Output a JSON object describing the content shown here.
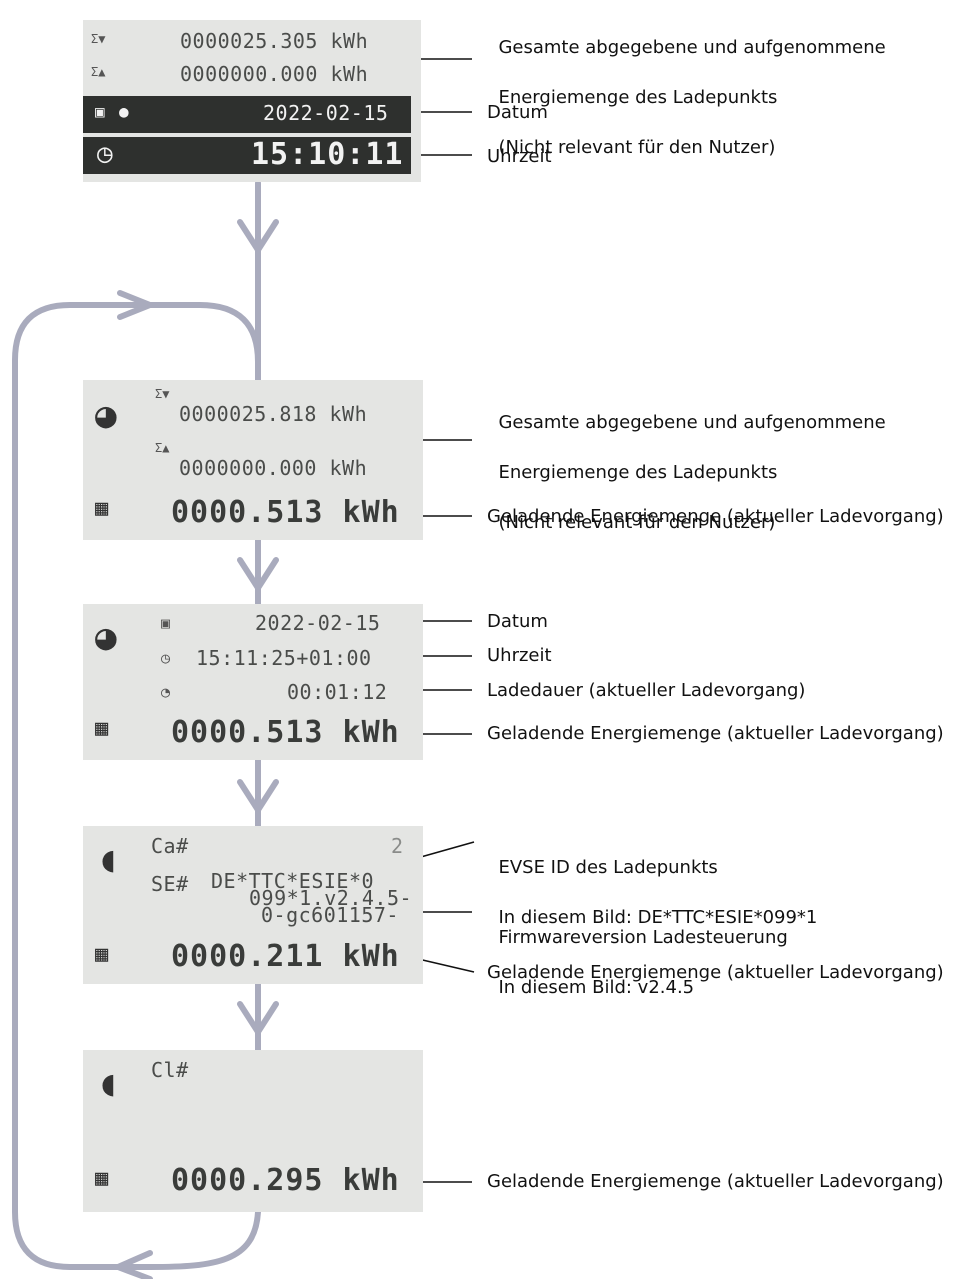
{
  "screen1": {
    "total_out": "0000025.305 kWh",
    "total_in": "0000000.000 kWh",
    "date": "2022-02-15",
    "time": "15:10:11"
  },
  "screen2": {
    "total_out": "0000025.818 kWh",
    "total_in": "0000000.000 kWh",
    "energy": "0000.513 kWh"
  },
  "screen3": {
    "date": "2022-02-15",
    "time": "15:11:25+01:00",
    "duration": "00:01:12",
    "energy": "0000.513 kWh"
  },
  "screen4": {
    "ca_label": "Ca#",
    "ca_value": "2",
    "se_label": "SE#",
    "se_line1": "DE*TTC*ESIE*0",
    "se_line2": "099*1.v2.4.5-",
    "se_line3": "0-gc601157-",
    "energy": "0000.211 kWh"
  },
  "screen5": {
    "cl_label": "Cl#",
    "energy": "0000.295 kWh"
  },
  "labels": {
    "total_energy_1": "Gesamte abgegebene und aufgenommene",
    "total_energy_2": "Energiemenge des Ladepunkts",
    "total_energy_3": "(Nicht relevant für den Nutzer)",
    "date": "Datum",
    "time": "Uhrzeit",
    "charged_energy": "Geladende Energiemenge (aktueller Ladevorgang)",
    "duration": "Ladedauer (aktueller Ladevorgang)",
    "evse_1": "EVSE ID des Ladepunkts",
    "evse_2": "In diesem Bild: DE*TTC*ESIE*099*1",
    "firmware_1": "Firmwareversion Ladesteuerung",
    "firmware_2": "In diesem Bild: v2.4.5"
  }
}
